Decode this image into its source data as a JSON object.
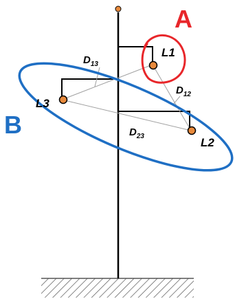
{
  "labels": {
    "a": "A",
    "b": "B",
    "l1": "L1",
    "l3": "L3",
    "l2": "L2",
    "d13_main": "D",
    "d13_sub": "13",
    "d12_main": "D",
    "d12_sub": "12",
    "d23_main": "D",
    "d23_sub": "23"
  },
  "colors": {
    "label_a": "#e8262a",
    "circle_a": "#e8262a",
    "label_b": "#1f6fc4",
    "ellipse_b": "#1f6fc4",
    "conductor": "#e88a3c",
    "structure": "#000000",
    "distance_line": "#a0a0a0"
  }
}
